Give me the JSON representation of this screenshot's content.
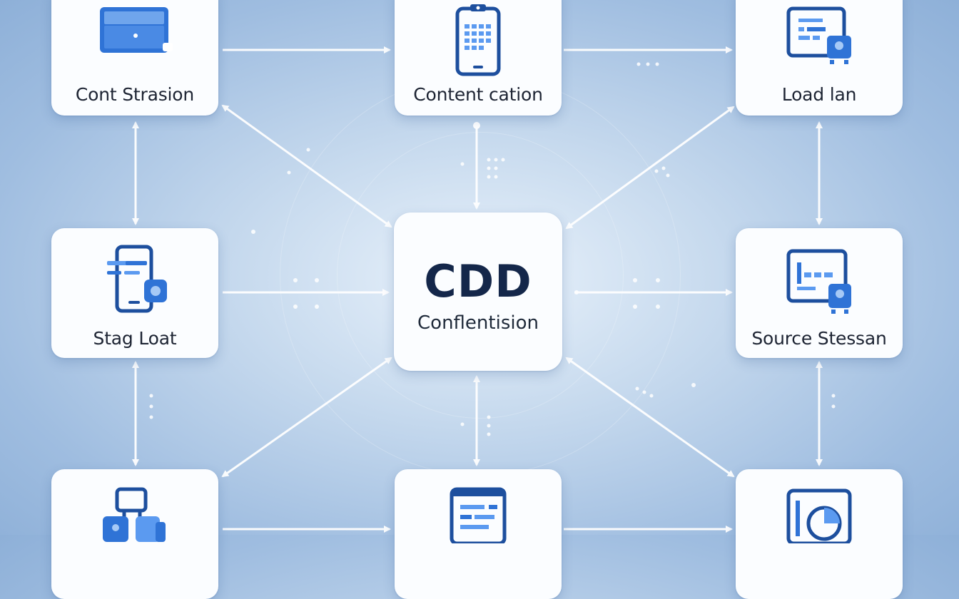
{
  "diagram": {
    "center": {
      "title": "CDD",
      "subtitle": "Conflentision"
    },
    "nodes": {
      "top_left": {
        "label": "Cont Strasion",
        "icon": "browser-window-icon"
      },
      "top_mid": {
        "label": "Content cation",
        "icon": "tablet-calendar-icon"
      },
      "top_right": {
        "label": "Load lan",
        "icon": "monitor-device-icon"
      },
      "mid_left": {
        "label": "Stag Loat",
        "icon": "document-badge-icon"
      },
      "mid_right": {
        "label": "Source Stessan",
        "icon": "monitor-device-icon"
      },
      "bottom_left": {
        "label": "",
        "icon": "network-blocks-icon"
      },
      "bottom_mid": {
        "label": "",
        "icon": "list-window-icon"
      },
      "bottom_right": {
        "label": "",
        "icon": "monitor-pie-icon"
      }
    },
    "colors": {
      "accent": "#2f73d6",
      "dark_accent": "#1d4f9e",
      "arrow": "#ffffff",
      "text": "#14274a"
    }
  }
}
